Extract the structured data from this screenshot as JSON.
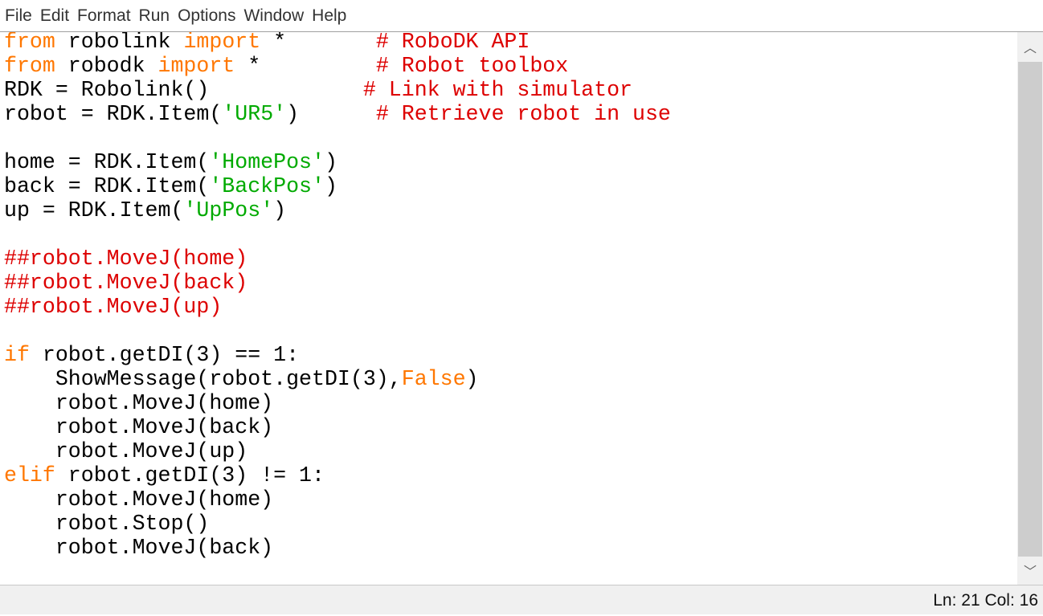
{
  "menu": [
    "File",
    "Edit",
    "Format",
    "Run",
    "Options",
    "Window",
    "Help"
  ],
  "colors": {
    "keyword": "#ff7700",
    "string": "#00aa00",
    "comment": "#dd0000",
    "default": "#000000"
  },
  "editor": {
    "lines": [
      [
        [
          "keyword",
          "from"
        ],
        [
          "plain",
          " robolink "
        ],
        [
          "keyword",
          "import"
        ],
        [
          "plain",
          " *       "
        ],
        [
          "comment",
          "# RoboDK API"
        ]
      ],
      [
        [
          "keyword",
          "from"
        ],
        [
          "plain",
          " robodk "
        ],
        [
          "keyword",
          "import"
        ],
        [
          "plain",
          " *         "
        ],
        [
          "comment",
          "# Robot toolbox"
        ]
      ],
      [
        [
          "plain",
          "RDK = Robolink()            "
        ],
        [
          "comment",
          "# Link with simulator"
        ]
      ],
      [
        [
          "plain",
          "robot = RDK.Item("
        ],
        [
          "string",
          "'UR5'"
        ],
        [
          "plain",
          ")      "
        ],
        [
          "comment",
          "# Retrieve robot in use"
        ]
      ],
      [],
      [
        [
          "plain",
          "home = RDK.Item("
        ],
        [
          "string",
          "'HomePos'"
        ],
        [
          "plain",
          ")"
        ]
      ],
      [
        [
          "plain",
          "back = RDK.Item("
        ],
        [
          "string",
          "'BackPos'"
        ],
        [
          "plain",
          ")"
        ]
      ],
      [
        [
          "plain",
          "up = RDK.Item("
        ],
        [
          "string",
          "'UpPos'"
        ],
        [
          "plain",
          ")"
        ]
      ],
      [],
      [
        [
          "comment",
          "##robot.MoveJ(home)"
        ]
      ],
      [
        [
          "comment",
          "##robot.MoveJ(back)"
        ]
      ],
      [
        [
          "comment",
          "##robot.MoveJ(up)"
        ]
      ],
      [],
      [
        [
          "keyword",
          "if"
        ],
        [
          "plain",
          " robot.getDI(3) == 1:"
        ]
      ],
      [
        [
          "plain",
          "    ShowMessage(robot.getDI(3),"
        ],
        [
          "keyword",
          "False"
        ],
        [
          "plain",
          ")"
        ]
      ],
      [
        [
          "plain",
          "    robot.MoveJ(home)"
        ]
      ],
      [
        [
          "plain",
          "    robot.MoveJ(back)"
        ]
      ],
      [
        [
          "plain",
          "    robot.MoveJ(up)"
        ]
      ],
      [
        [
          "keyword",
          "elif"
        ],
        [
          "plain",
          " robot.getDI(3) != 1:"
        ]
      ],
      [
        [
          "plain",
          "    robot.MoveJ(home)"
        ]
      ],
      [
        [
          "plain",
          "    robot.Stop()"
        ]
      ],
      [
        [
          "plain",
          "    robot.MoveJ(back)"
        ]
      ]
    ]
  },
  "scrollbar": {
    "up_icon": "chevron-up-icon",
    "down_icon": "chevron-down-icon",
    "up_glyph": "︿",
    "down_glyph": "﹀"
  },
  "status": {
    "position": "Ln: 21  Col: 16"
  }
}
